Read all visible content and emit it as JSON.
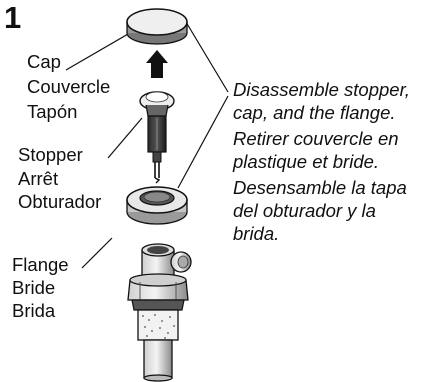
{
  "step_number": "1",
  "labels": {
    "cap": [
      "Cap",
      "Couvercle",
      "Tapón"
    ],
    "stopper": [
      "Stopper",
      "Arrêt",
      "Obturador"
    ],
    "flange": [
      "Flange",
      "Bride",
      "Brida"
    ]
  },
  "instructions": {
    "en": [
      "Disassemble stopper,",
      "cap, and the flange."
    ],
    "fr": [
      "Retirer couvercle en",
      "plastique et bride."
    ],
    "es": [
      "Desensamble la tapa",
      "del obturador y la",
      "brida."
    ]
  }
}
